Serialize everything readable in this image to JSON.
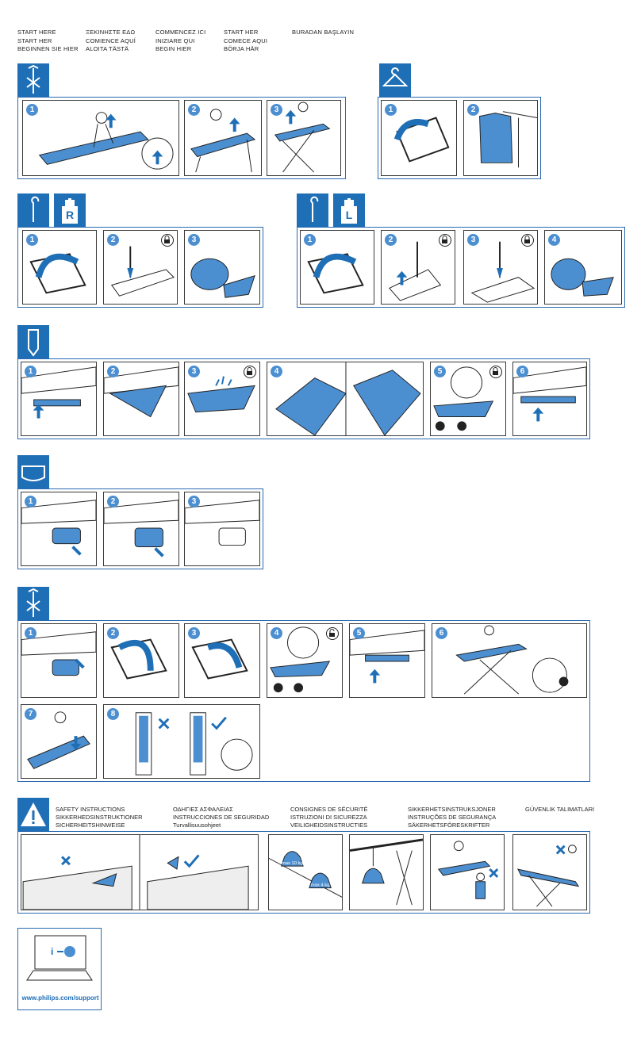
{
  "start_here": [
    [
      "START HERE",
      "START HER",
      "BEGINNEN SIE HIER"
    ],
    [
      "ΞΕΚΙΝΗΣΤΕ ΕΔΩ",
      "COMIENCE AQUÍ",
      "ALOITA TÄSTÄ"
    ],
    [
      "COMMENCEZ ICI",
      "INIZIARE QUI",
      "BEGIN HIER"
    ],
    [
      "START HER",
      "COMECE AQUI",
      "BÖRJA HÄR"
    ],
    [
      "BURADAN BAŞLAYIN"
    ]
  ],
  "safety_headings": [
    [
      "SAFETY INSTRUCTIONS",
      "SIKKERHEDSINSTRUKTIONER",
      "SICHERHEITSHINWEISE"
    ],
    [
      "ΟΔΗΓΙΕΣ ΑΣΦΑΛΕΙΑΣ",
      "INSTRUCCIONES DE SEGURIDAD",
      "Turvallisuusohjeet"
    ],
    [
      "CONSIGNES DE SÉCURITÉ",
      "ISTRUZIONI DI SICUREZZA",
      "VEILIGHEIDSINSTRUCTIES"
    ],
    [
      "SIKKERHETSINSTRUKSJONER",
      "INSTRUÇÕES DE SEGURANÇA",
      "SÄKERHETSFÖRESKRIFTER"
    ],
    [
      "GÜVENLIK TALIMATLARI"
    ]
  ],
  "steps": {
    "setup": [
      "1",
      "2",
      "3"
    ],
    "hanger": [
      "1",
      "2"
    ],
    "right_hand": [
      "1",
      "2",
      "3"
    ],
    "left_hand": [
      "1",
      "2",
      "3",
      "4"
    ],
    "cover": [
      "1",
      "2",
      "3",
      "4",
      "5",
      "6"
    ],
    "tray": [
      "1",
      "2",
      "3"
    ],
    "fold": [
      "1",
      "2",
      "3",
      "4",
      "5",
      "6",
      "7",
      "8"
    ]
  },
  "hand_letters": {
    "right": "R",
    "left": "L"
  },
  "weights": {
    "w1": "max 10 kg",
    "w2": "max 4 kg"
  },
  "support_url": "www.philips.com/support",
  "colors": {
    "accent": "#1f6fb6",
    "badge": "#4c8fd1",
    "border": "#2a6ab0"
  }
}
